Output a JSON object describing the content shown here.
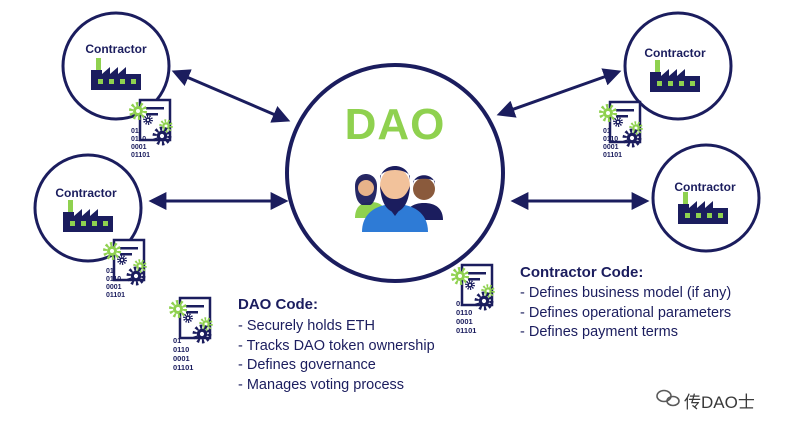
{
  "hub": {
    "title": "DAO"
  },
  "contractors": [
    {
      "label": "Contractor"
    },
    {
      "label": "Contractor"
    },
    {
      "label": "Contractor"
    },
    {
      "label": "Contractor"
    }
  ],
  "binary_code": [
    "01",
    "0110",
    "0001",
    "01101"
  ],
  "dao_code": {
    "title": "DAO Code:",
    "items": [
      "- Securely holds ETH",
      "- Tracks DAO token ownership",
      "- Defines governance",
      "- Manages voting process"
    ]
  },
  "contractor_code": {
    "title": "Contractor Code:",
    "items": [
      "- Defines business model (if any)",
      "- Defines operational parameters",
      "- Defines payment terms"
    ]
  },
  "watermark": {
    "text": "传DAO士"
  },
  "colors": {
    "navy": "#1b1d5e",
    "green": "#8fd14f",
    "blue": "#2e7bd6"
  }
}
